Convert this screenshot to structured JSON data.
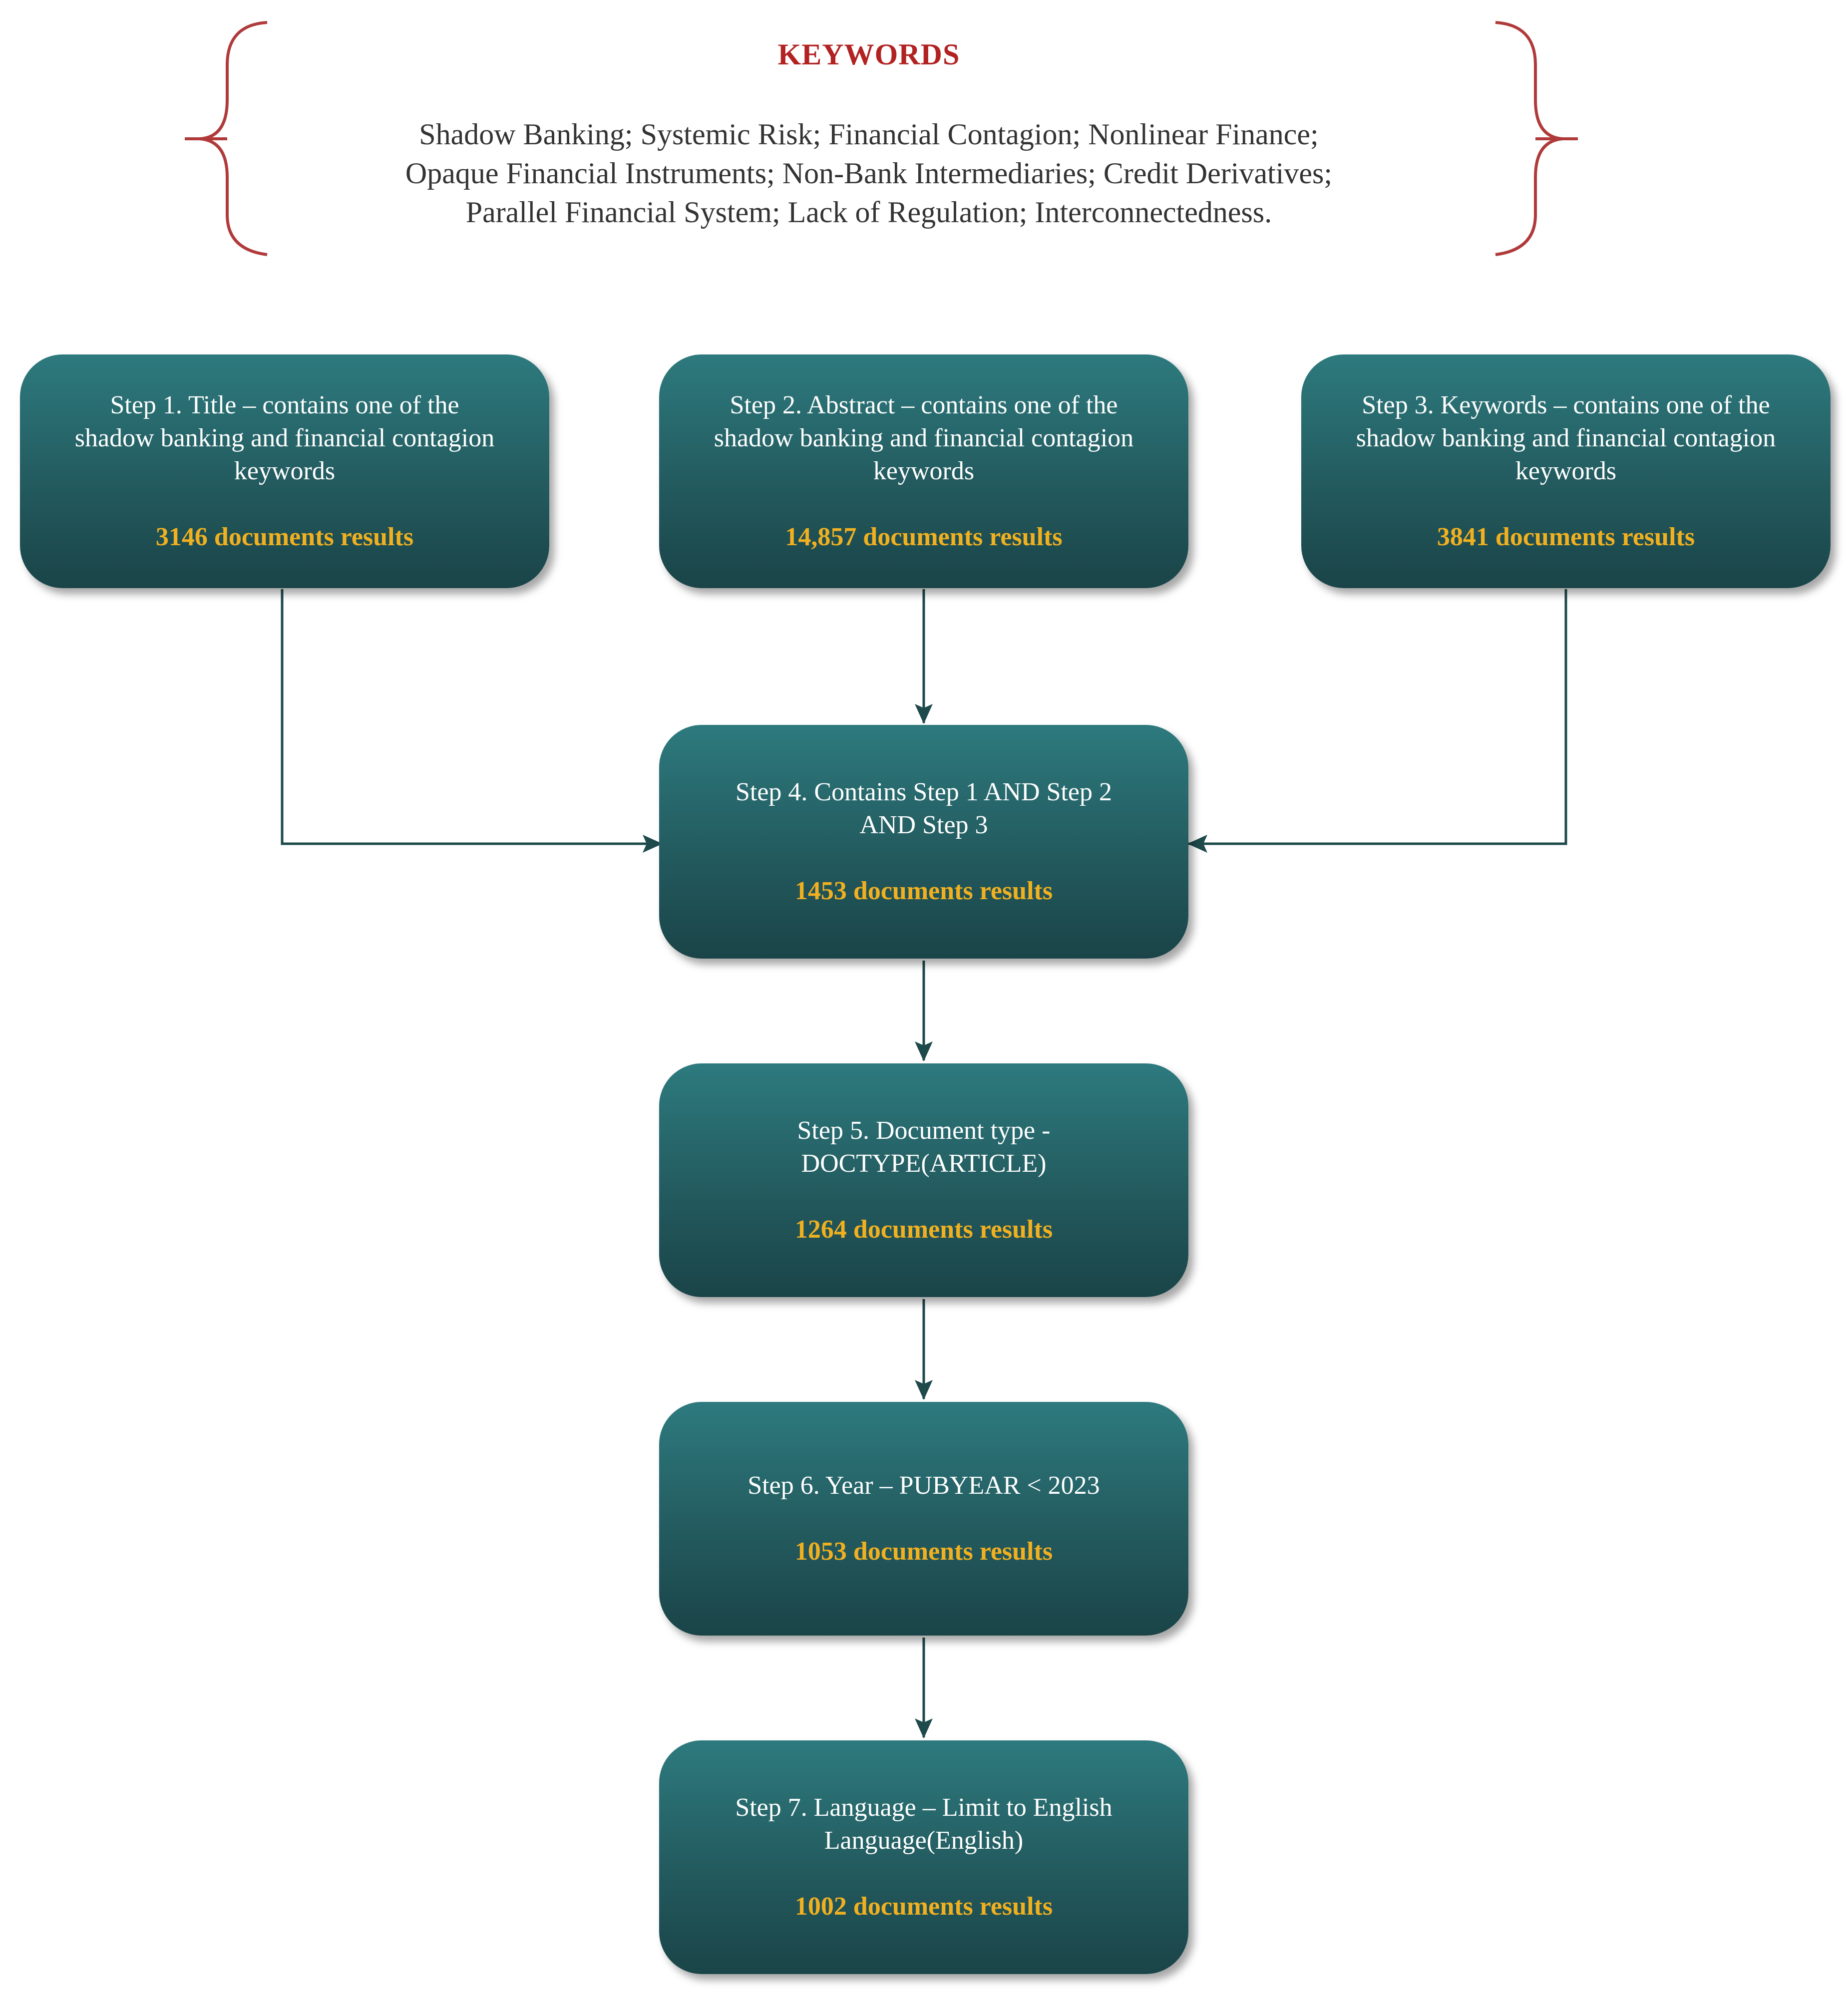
{
  "colors": {
    "title": "#b22222",
    "brace": "#b03a3a",
    "box_top": "#2d7a7e",
    "box_bottom": "#1a4448",
    "result": "#f0b020",
    "connector": "#1e4a4c"
  },
  "keywords": {
    "title": "KEYWORDS",
    "lines": [
      "Shadow Banking; Systemic Risk; Financial Contagion; Nonlinear Finance;",
      "Opaque Financial Instruments; Non-Bank Intermediaries; Credit Derivatives;",
      "Parallel Financial System; Lack of Regulation; Interconnectedness."
    ]
  },
  "steps": [
    {
      "id": "step-1",
      "lines": [
        "Step 1. Title – contains one of the",
        "shadow banking and financial contagion",
        "keywords"
      ],
      "result": "3146 documents results"
    },
    {
      "id": "step-2",
      "lines": [
        "Step 2. Abstract – contains one of the",
        "shadow banking and financial contagion",
        "keywords"
      ],
      "result": "14,857 documents results"
    },
    {
      "id": "step-3",
      "lines": [
        "Step 3. Keywords – contains one of the",
        "shadow banking and financial contagion",
        "keywords"
      ],
      "result": "3841 documents results"
    },
    {
      "id": "step-4",
      "lines": [
        "Step 4. Contains Step 1 AND Step 2",
        "AND Step 3"
      ],
      "result": "1453 documents results"
    },
    {
      "id": "step-5",
      "lines": [
        "Step 5. Document type -",
        "DOCTYPE(ARTICLE)"
      ],
      "result": "1264 documents results"
    },
    {
      "id": "step-6",
      "lines": [
        "Step 6. Year – PUBYEAR < 2023"
      ],
      "result": "1053 documents results"
    },
    {
      "id": "step-7",
      "lines": [
        "Step 7. Language – Limit to English",
        "Language(English)"
      ],
      "result": "1002 documents results"
    }
  ]
}
